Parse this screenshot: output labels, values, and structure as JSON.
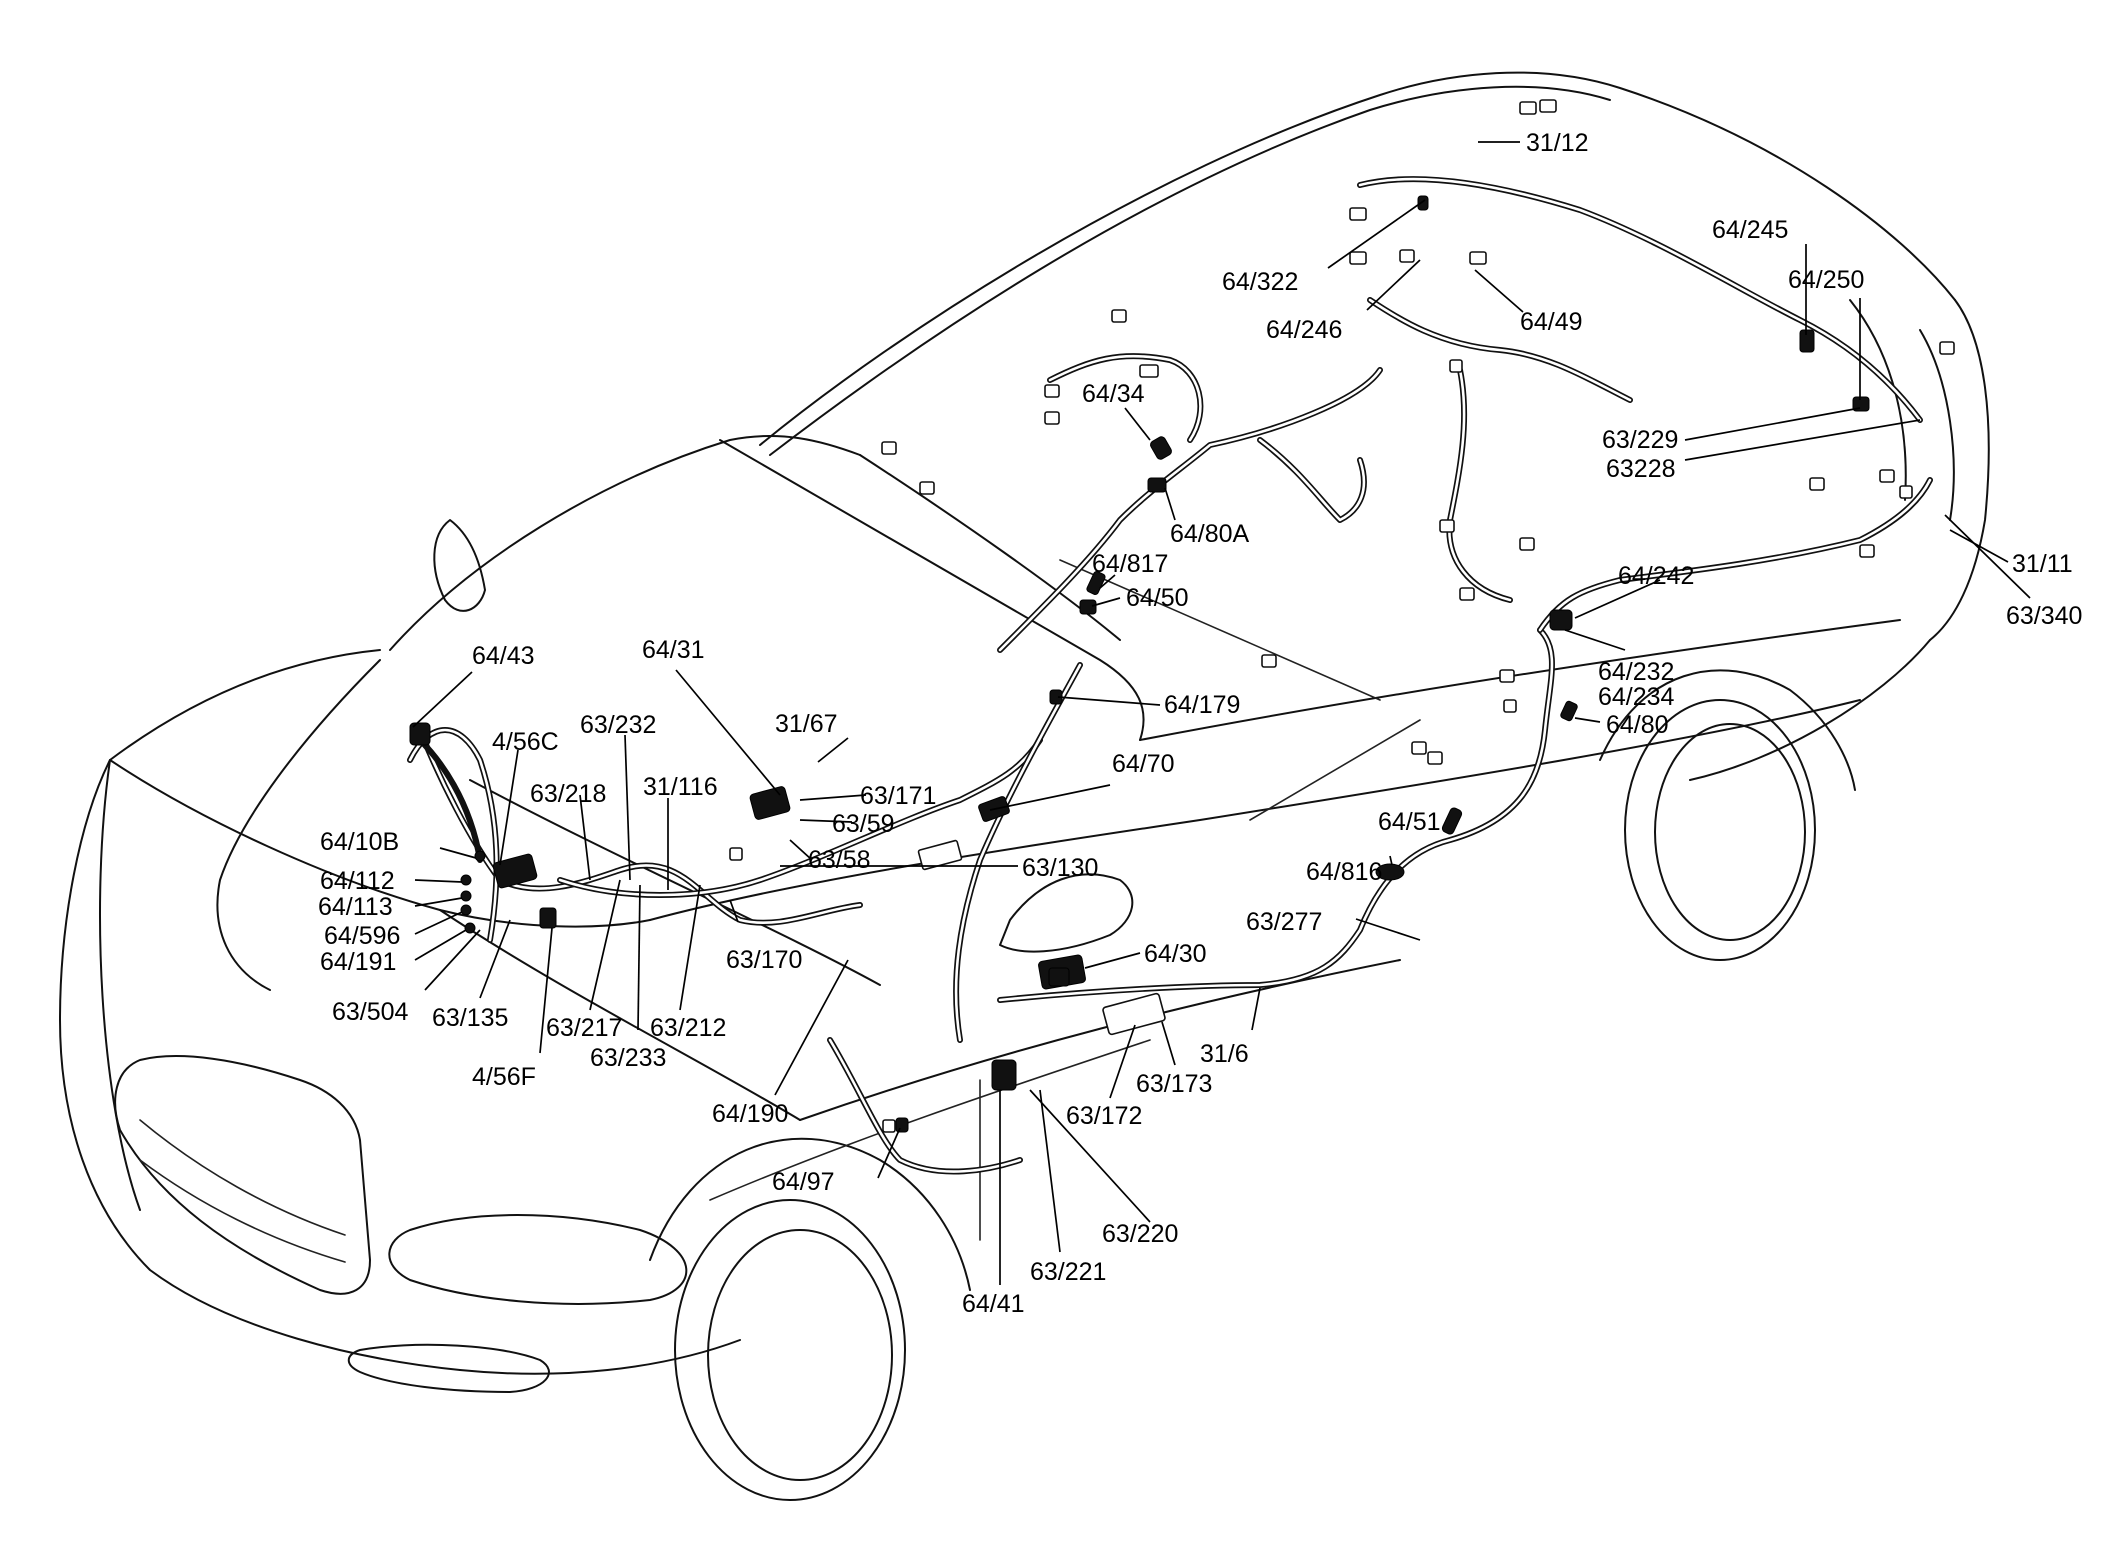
{
  "diagram": {
    "labels": {
      "l31_12": "31/12",
      "l64_245": "64/245",
      "l64_250": "64/250",
      "l64_322": "64/322",
      "l64_246": "64/246",
      "l64_49": "64/49",
      "l64_34": "64/34",
      "l64_80A": "64/80A",
      "l63_229": "63/229",
      "l63228": "63228",
      "l31_11": "31/11",
      "l63_340": "63/340",
      "l64_817": "64/817",
      "l64_50": "64/50",
      "l64_242": "64/242",
      "l64_43": "64/43",
      "l64_31": "64/31",
      "l64_179": "64/179",
      "l64_232": "64/232",
      "l64_234": "64/234",
      "l64_80": "64/80",
      "l31_67": "31/67",
      "l4_56C": "4/56C",
      "l63_232": "63/232",
      "l63_218": "63/218",
      "l31_116": "31/116",
      "l64_70": "64/70",
      "l63_171": "63/171",
      "l63_59": "63/59",
      "l64_10B": "64/10B",
      "l63_58": "63/58",
      "l64_51": "64/51",
      "l64_112": "64/112",
      "l63_130": "63/130",
      "l64_816": "64/816",
      "l64_113": "64/113",
      "l64_596": "64/596",
      "l63_277": "63/277",
      "l64_191": "64/191",
      "l63_170": "63/170",
      "l64_30": "64/30",
      "l63_504": "63/504",
      "l63_135": "63/135",
      "l63_217": "63/217",
      "l63_212": "63/212",
      "l63_233": "63/233",
      "l31_6": "31/6",
      "l4_56F": "4/56F",
      "l63_173": "63/173",
      "l63_172": "63/172",
      "l64_190": "64/190",
      "l64_97": "64/97",
      "l63_220": "63/220",
      "l63_221": "63/221",
      "l64_41": "64/41"
    }
  }
}
